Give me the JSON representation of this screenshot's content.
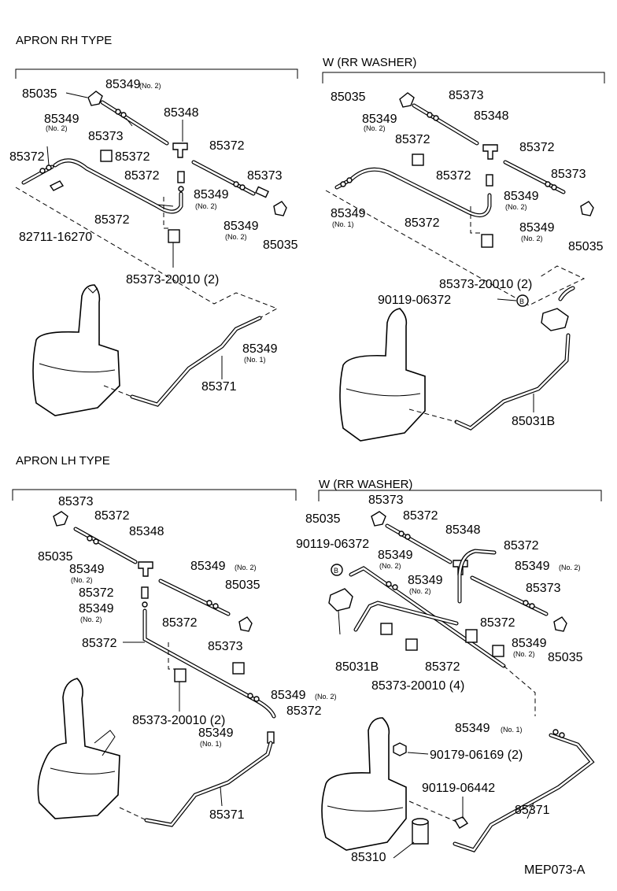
{
  "sections": {
    "q1": {
      "title": "APRON  RH  TYPE"
    },
    "q2": {
      "title": "W (RR  WASHER)"
    },
    "q3": {
      "title": "APRON  LH  TYPE"
    },
    "q4": {
      "title": "W (RR  WASHER)"
    }
  },
  "labels": {
    "q1": [
      "85035",
      "85349",
      "(No. 2)",
      "85349",
      "(No. 2)",
      "85373",
      "85348",
      "85372",
      "85372",
      "85372",
      "85372",
      "85373",
      "85349",
      "(No. 2)",
      "85372",
      "85349",
      "(No. 2)",
      "85035",
      "82711-16270",
      "85373-20010 (2)",
      "85349",
      "(No. 1)",
      "85371"
    ],
    "q2": [
      "85035",
      "85373",
      "85349",
      "(No. 2)",
      "85348",
      "85372",
      "85372",
      "85373",
      "85372",
      "85349",
      "(No. 2)",
      "85349",
      "(No. 1)",
      "85372",
      "85349",
      "(No. 2)",
      "85035",
      "85373-20010 (2)",
      "90119-06372",
      "B",
      "85031B"
    ],
    "q3": [
      "85373",
      "85372",
      "85348",
      "85035",
      "85349",
      "(No. 2)",
      "85349",
      "(No. 2)",
      "85035",
      "85372",
      "85349",
      "(No. 2)",
      "85372",
      "85373",
      "85372",
      "85349",
      "(No. 2)",
      "85372",
      "85373-20010 (2)",
      "85349",
      "(No. 1)",
      "85371"
    ],
    "q4": [
      "85373",
      "85035",
      "85372",
      "85348",
      "90119-06372",
      "85349",
      "(No. 2)",
      "85372",
      "B",
      "85349",
      "(No. 2)",
      "85349",
      "(No. 2)",
      "85373",
      "85372",
      "85349",
      "(No. 2)",
      "85035",
      "85031B",
      "85372",
      "85373-20010 (4)",
      "85349",
      "(No. 1)",
      "90179-06169 (2)",
      "90119-06442",
      "85371",
      "85310"
    ]
  },
  "footer": {
    "code": "MEP073-A"
  }
}
